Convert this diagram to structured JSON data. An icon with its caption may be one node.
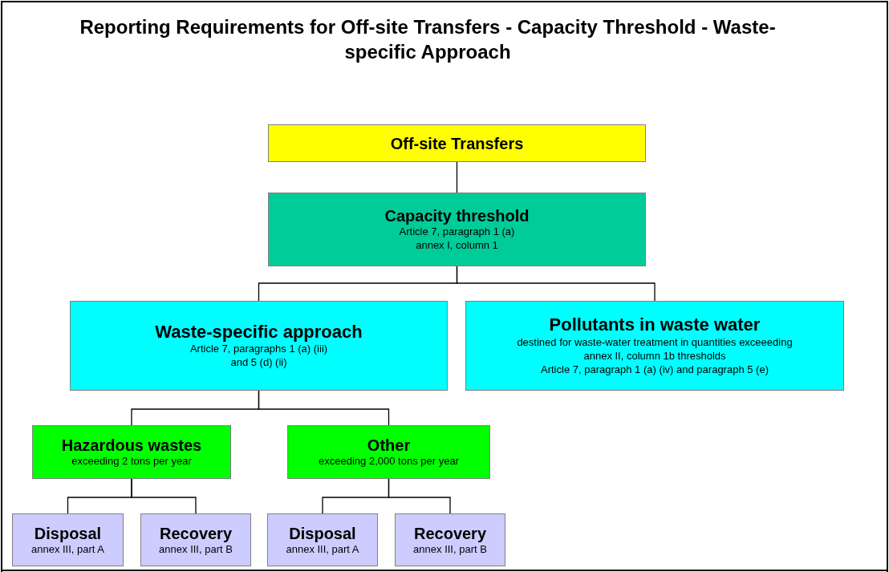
{
  "diagram": {
    "title": "Reporting Requirements for Off-site Transfers - Capacity Threshold - Waste-specific Approach",
    "nodes": [
      {
        "text": [
          "Off-site Transfers"
        ]
      },
      {
        "text": [
          "Capacity threshold",
          "Article 7, paragraph 1 (a)",
          "annex I, column 1"
        ]
      },
      {
        "text": [
          "Waste-specific approach",
          "Article 7, paragraphs 1 (a) (iii)",
          "and 5 (d) (ii)"
        ]
      },
      {
        "text": [
          "Pollutants in waste water",
          "destined for waste-water treatment in quantities exceeeding",
          "annex II, column 1b thresholds",
          "Article 7, paragraph 1 (a) (iv) and paragraph 5 (e)"
        ]
      },
      {
        "text": [
          "Hazardous wastes",
          "exceeding 2 tons per year"
        ]
      },
      {
        "text": [
          "Other",
          "exceeding 2,000 tons per year"
        ]
      },
      {
        "text": [
          "Disposal",
          "annex III, part A"
        ]
      },
      {
        "text": [
          "Recovery",
          "annex III, part B"
        ]
      },
      {
        "text": [
          "Disposal",
          "annex III, part A"
        ]
      },
      {
        "text": [
          "Recovery",
          "annex III, part B"
        ]
      }
    ],
    "edges": [
      {
        "from": 0,
        "to": 1,
        "arrow": "none"
      },
      {
        "from": 1,
        "to": 2,
        "arrow": "none"
      },
      {
        "from": 1,
        "to": 3,
        "arrow": "none"
      },
      {
        "from": 2,
        "to": 4,
        "arrow": "none"
      },
      {
        "from": 2,
        "to": 5,
        "arrow": "none"
      },
      {
        "from": 4,
        "to": 6,
        "arrow": "none"
      },
      {
        "from": 4,
        "to": 7,
        "arrow": "none"
      },
      {
        "from": 5,
        "to": 8,
        "arrow": "none"
      },
      {
        "from": 5,
        "to": 9,
        "arrow": "none"
      }
    ]
  }
}
